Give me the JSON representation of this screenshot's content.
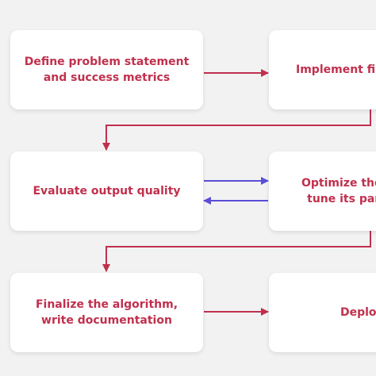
{
  "nodes": {
    "define": "Define problem statement\nand success metrics",
    "implement": "Implement firs",
    "evaluate": "Evaluate output quality",
    "optimize": "Optimize the a\ntune its para",
    "finalize": "Finalize the algorithm,\nwrite documentation",
    "deploy": "Deplo"
  },
  "colors": {
    "flow_arrow": "#c0304d",
    "loop_arrow": "#5b4fd6",
    "node_text": "#c0304d",
    "background": "#f2f2f3"
  }
}
